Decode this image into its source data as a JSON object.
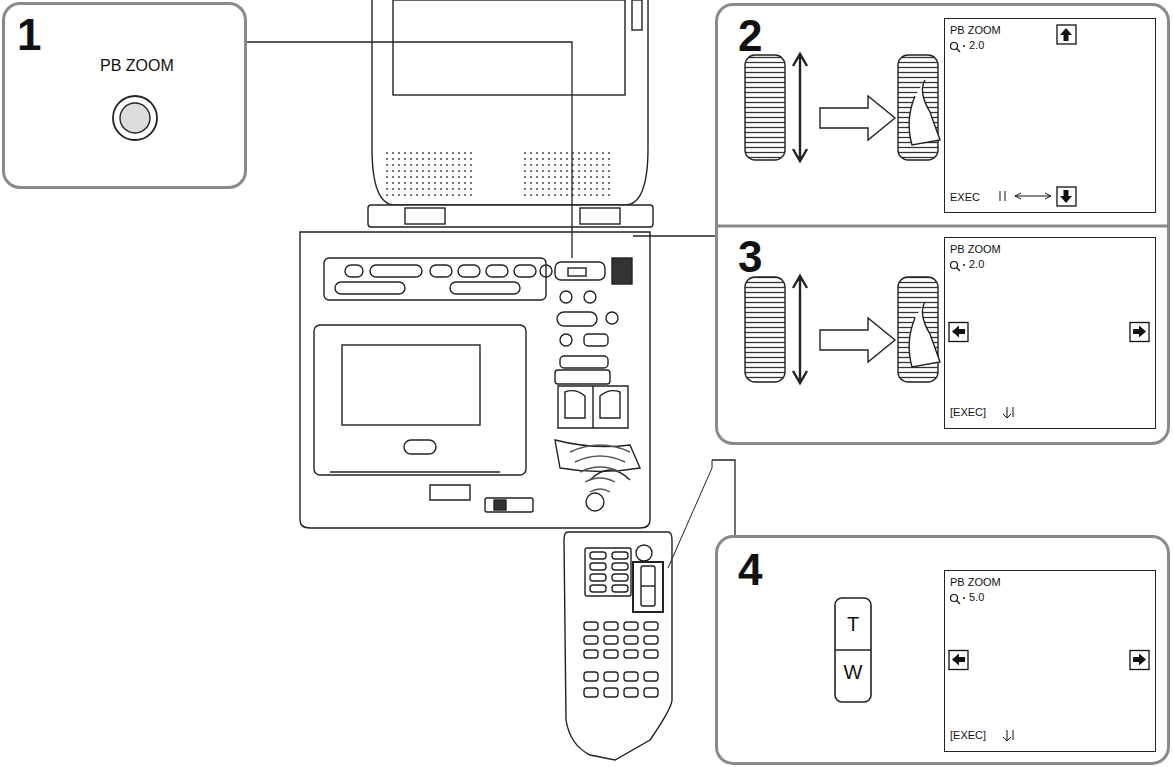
{
  "diagram": {
    "nodes": [
      {
        "text": [
          "1",
          "PB ZOOM"
        ]
      },
      {
        "text": [
          "2"
        ]
      },
      {
        "text": [
          "PB ZOOM",
          "2.0",
          "EXEC"
        ],
        "in": 1
      },
      {
        "text": [
          "3"
        ]
      },
      {
        "text": [
          "PB ZOOM",
          "2.0",
          "[EXEC]"
        ],
        "in": 3
      },
      {
        "text": [
          "4"
        ]
      },
      {
        "text": [
          "PB ZOOM",
          "5.0",
          "[EXEC]"
        ],
        "in": 5
      }
    ],
    "labels": [
      "T",
      "W"
    ]
  }
}
